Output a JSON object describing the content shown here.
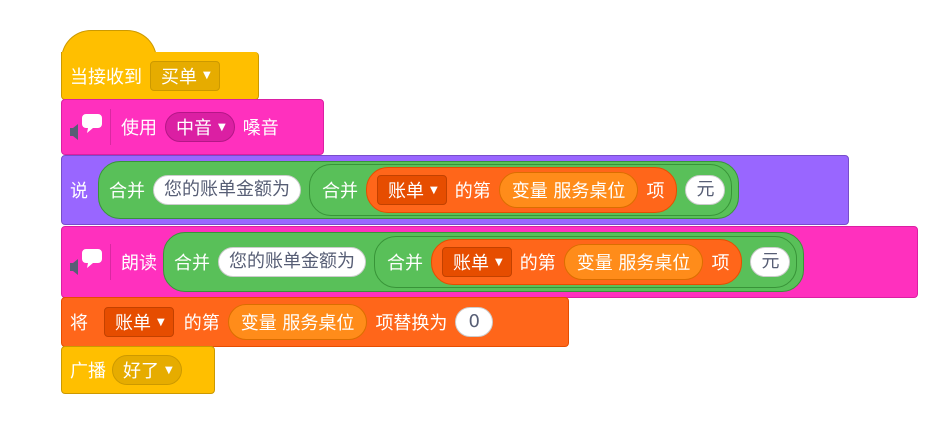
{
  "blocks": {
    "when_received": {
      "label": "当接收到",
      "message": "买单"
    },
    "set_voice": {
      "label_use": "使用",
      "voice": "中音",
      "label_voice": "嗓音"
    },
    "say": {
      "label": "说",
      "join_label": "合并",
      "text1": "您的账单金额为",
      "inner_join_label": "合并",
      "list": "账单",
      "item_of": "的第",
      "variable": "变量 服务桌位",
      "item": "项",
      "text2": "元"
    },
    "speak": {
      "label": "朗读",
      "join_label": "合并",
      "text1": "您的账单金额为",
      "inner_join_label": "合并",
      "list": "账单",
      "item_of": "的第",
      "variable": "变量 服务桌位",
      "item": "项",
      "text2": "元"
    },
    "replace": {
      "label": "将",
      "list": "账单",
      "item_of": "的第",
      "variable": "变量 服务桌位",
      "replace_with": "项替换为",
      "value": "0"
    },
    "broadcast": {
      "label": "广播",
      "message": "好了"
    }
  },
  "colors": {
    "events": "#FFBF00",
    "text_to_speech": "#FF30BE",
    "looks": "#9966FF",
    "operators": "#59C059",
    "data_list": "#FF661A",
    "variable": "#FF8C1A"
  },
  "icons": [
    "speech-bubble-icon",
    "speaker-icon",
    "dropdown-caret-icon"
  ]
}
